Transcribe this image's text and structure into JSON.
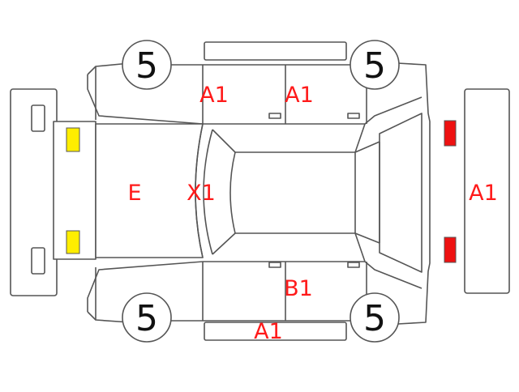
{
  "colors": {
    "outline": "#555555",
    "damage_code": "#ff1a1a",
    "front_lamp": "#ffee00",
    "rear_lamp": "#ee1111",
    "tire_text": "#111111"
  },
  "tires": {
    "front_left": "5",
    "rear_left": "5",
    "front_right": "5",
    "rear_right": "5"
  },
  "codes": {
    "left_front_door": "A1",
    "left_rear_door": "A1",
    "hood": "E",
    "windshield": "X1",
    "rear_bumper": "A1",
    "right_rear_door": "B1",
    "right_bottom_sill": "A1"
  }
}
